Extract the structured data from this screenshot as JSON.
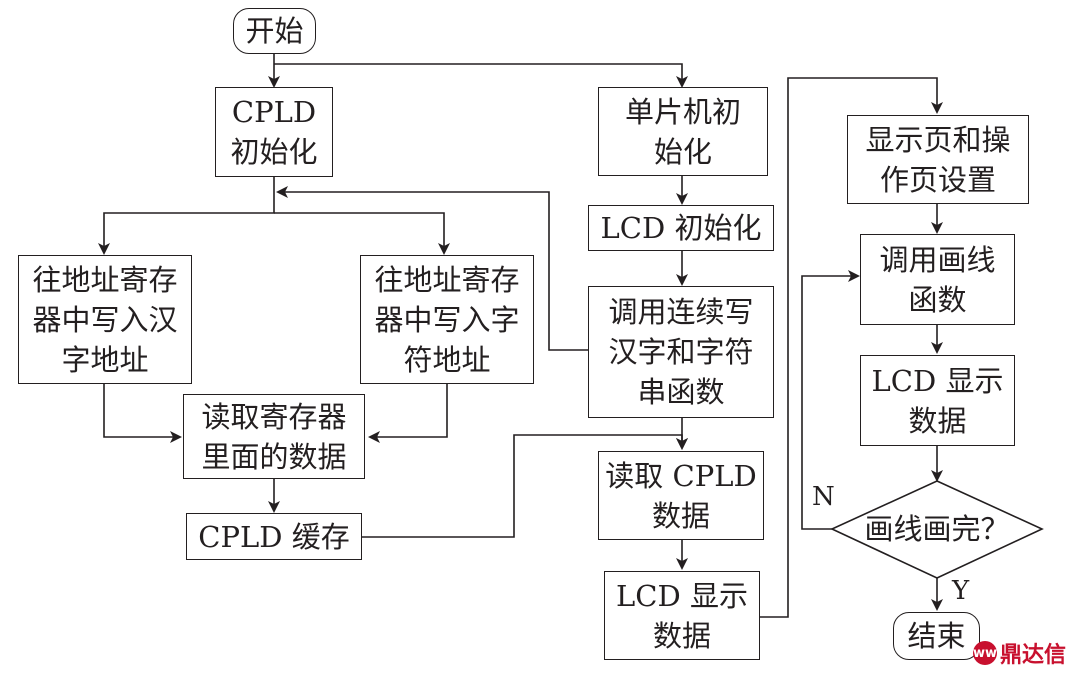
{
  "nodes": {
    "start": "开始",
    "cpld_init": "CPLD\n初始化",
    "mcu_init": "单片机初\n始化",
    "lcd_init": "LCD 初始化",
    "write_hanzi_addr": "往地址寄存\n器中写入汉\n字地址",
    "write_char_addr": "往地址寄存\n器中写入字\n符地址",
    "call_string_func": "调用连续写\n汉字和字符\n串函数",
    "read_register": "读取寄存器\n里面的数据",
    "cpld_cache": "CPLD 缓存",
    "read_cpld": "读取 CPLD\n数据",
    "lcd_display_1": "LCD 显示\n数据",
    "page_setup": "显示页和操\n作页设置",
    "call_draw_line": "调用画线\n函数",
    "lcd_display_2": "LCD 显示\n数据",
    "decision": "画线画完？",
    "end": "结束"
  },
  "edge_labels": {
    "no": "N",
    "yes": "Y"
  },
  "watermark": {
    "text": "鼎达信",
    "logo_text": "ww"
  },
  "colors": {
    "line": "#231f20",
    "watermark": "#c8102e"
  }
}
